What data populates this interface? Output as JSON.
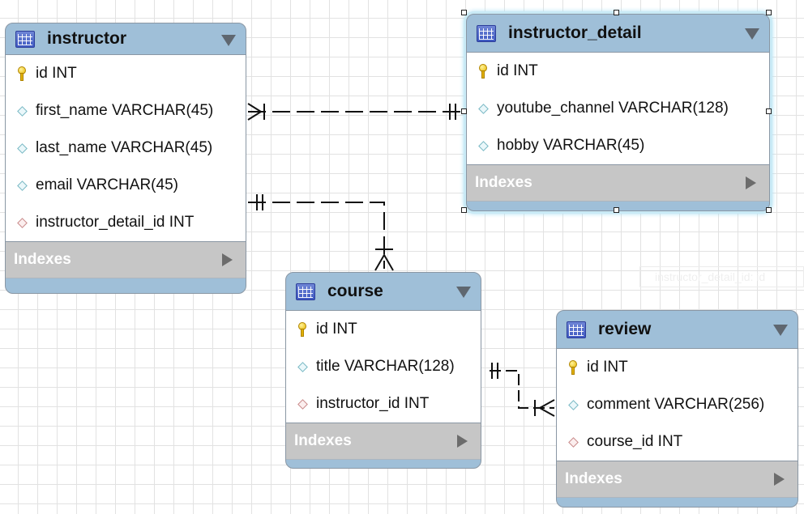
{
  "entities": {
    "instructor": {
      "title": "instructor",
      "columns": [
        {
          "text": "id INT",
          "icon": "primary-key-icon"
        },
        {
          "text": "first_name VARCHAR(45)",
          "icon": "column-diamond-icon"
        },
        {
          "text": "last_name VARCHAR(45)",
          "icon": "column-diamond-icon"
        },
        {
          "text": "email VARCHAR(45)",
          "icon": "column-diamond-icon"
        },
        {
          "text": "instructor_detail_id INT",
          "icon": "foreign-key-diamond-icon"
        }
      ],
      "indexes_label": "Indexes"
    },
    "instructor_detail": {
      "title": "instructor_detail",
      "columns": [
        {
          "text": "id INT",
          "icon": "primary-key-icon"
        },
        {
          "text": "youtube_channel VARCHAR(128)",
          "icon": "column-diamond-icon"
        },
        {
          "text": "hobby VARCHAR(45)",
          "icon": "column-diamond-icon"
        }
      ],
      "indexes_label": "Indexes"
    },
    "course": {
      "title": "course",
      "columns": [
        {
          "text": "id INT",
          "icon": "primary-key-icon"
        },
        {
          "text": "title VARCHAR(128)",
          "icon": "column-diamond-icon"
        },
        {
          "text": "instructor_id INT",
          "icon": "foreign-key-diamond-icon"
        }
      ],
      "indexes_label": "Indexes"
    },
    "review": {
      "title": "review",
      "columns": [
        {
          "text": "id INT",
          "icon": "primary-key-icon"
        },
        {
          "text": "comment VARCHAR(256)",
          "icon": "column-diamond-icon"
        },
        {
          "text": "course_id INT",
          "icon": "foreign-key-diamond-icon"
        }
      ],
      "indexes_label": "Indexes"
    }
  },
  "faint_label": "instructor_detail_id: id",
  "colors": {
    "header": "#9fbfd8",
    "indexes_bar": "#c6c6c6",
    "selection_glow": "#aee0f3",
    "table_icon": "#3f59c3",
    "relationship_line": "#111111"
  }
}
